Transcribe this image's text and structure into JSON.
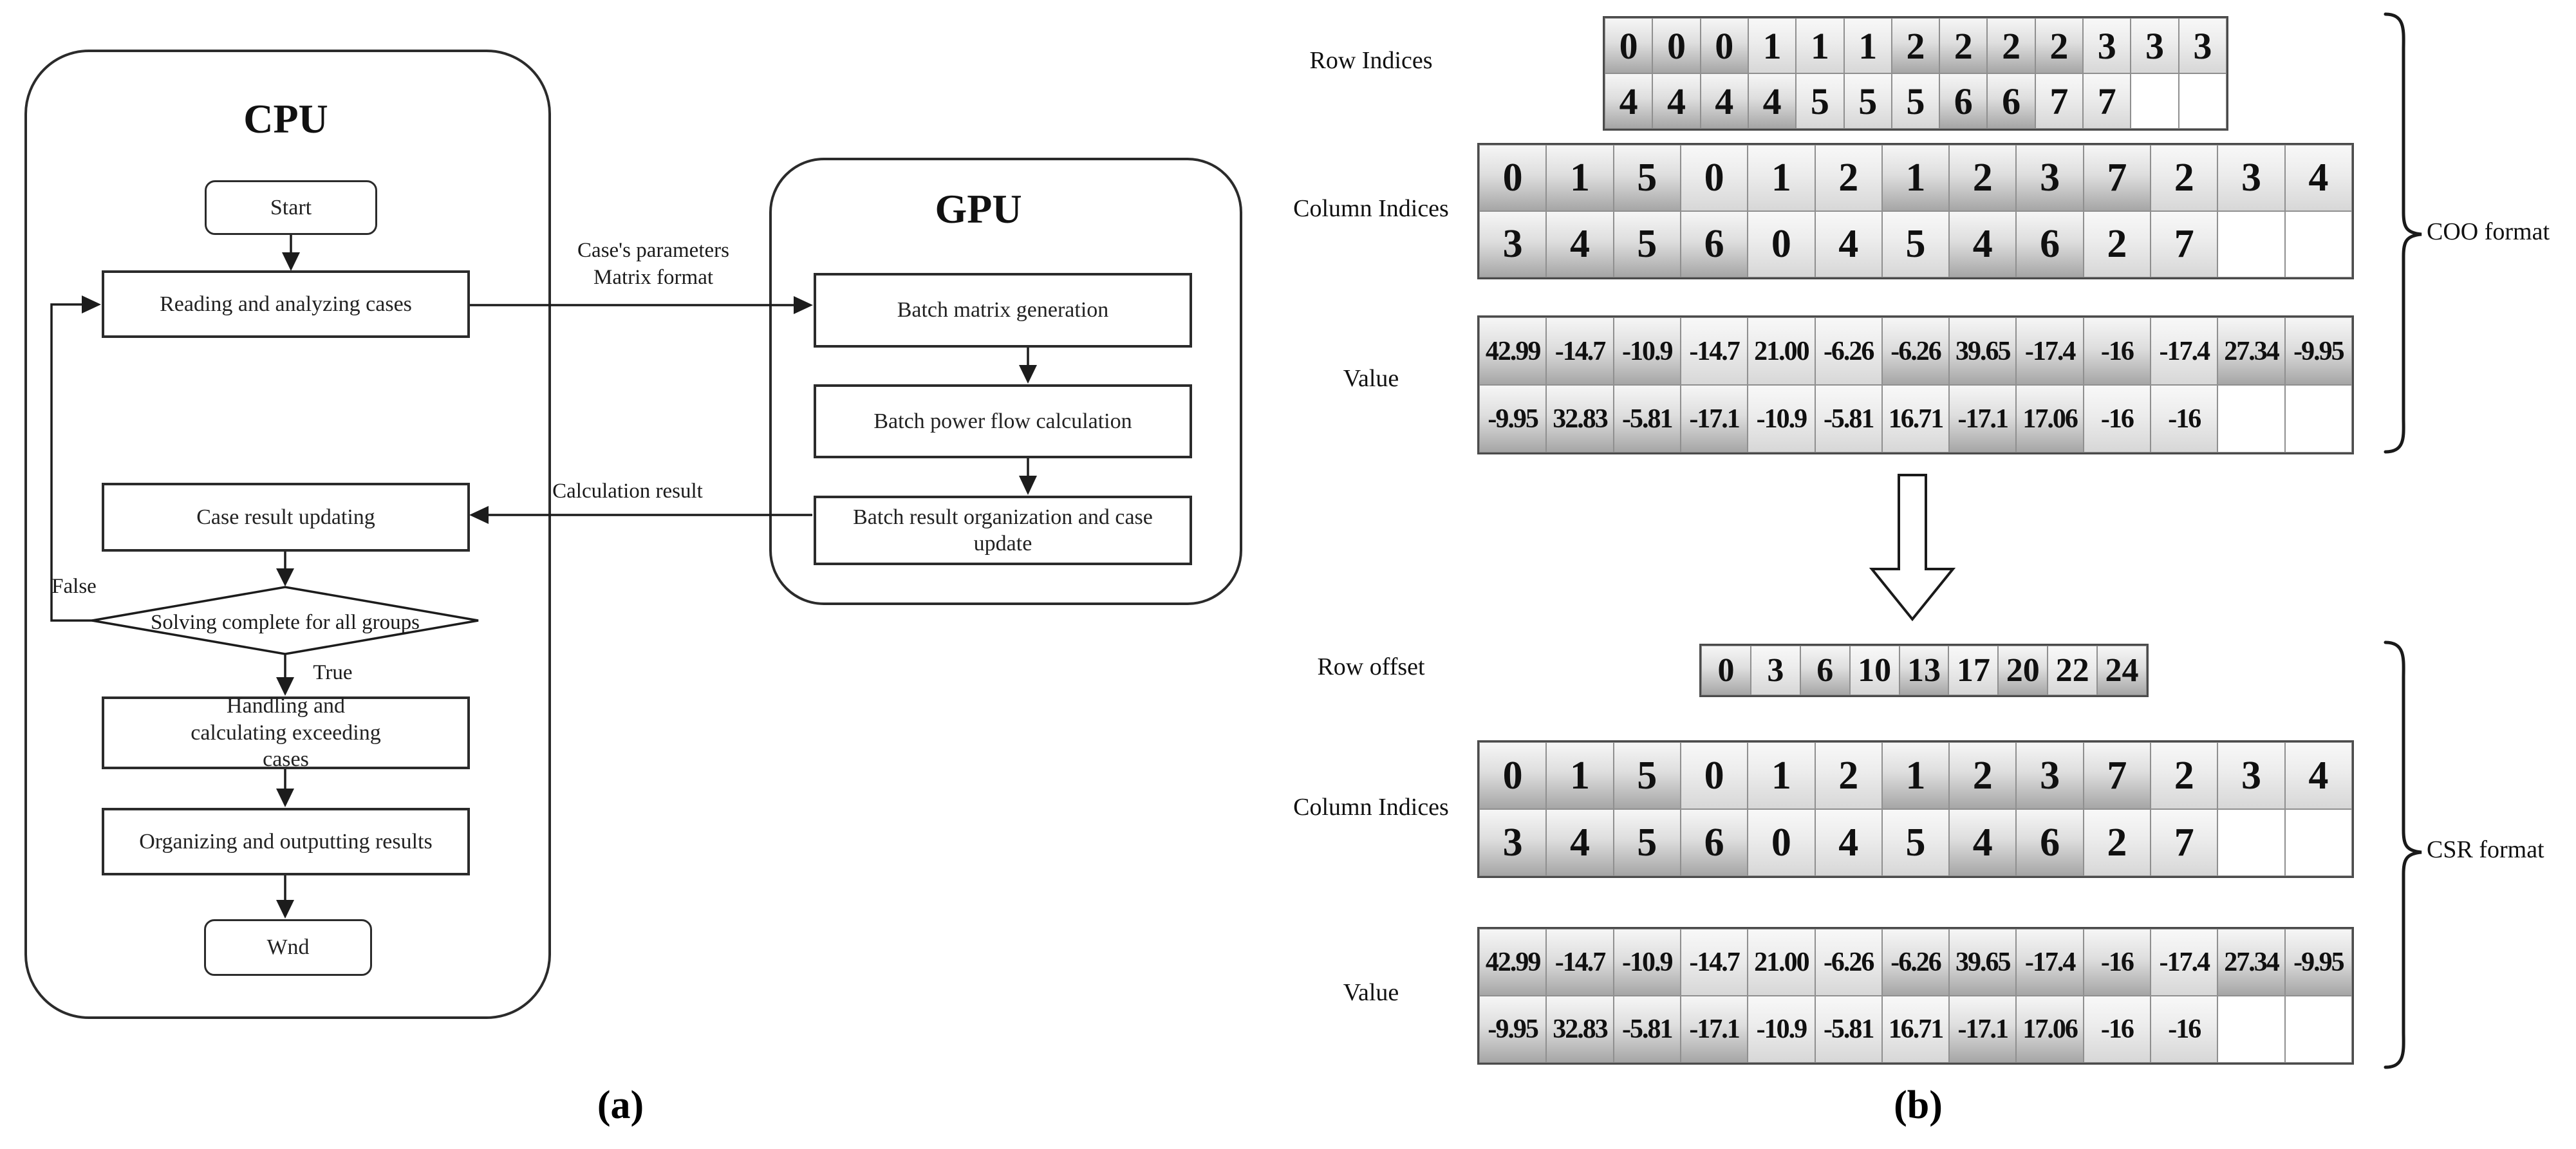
{
  "captions": {
    "a": "(a)",
    "b": "(b)"
  },
  "palette": {
    "line": "#1c1c1c",
    "cell_dark_bottom": "#a6a6a6",
    "cell_light_bottom": "#d7d7d7",
    "cell_top": "#f6f6f6"
  },
  "flowchart": {
    "cpu_title": "CPU",
    "gpu_title": "GPU",
    "start": "Start",
    "reading": "Reading and analyzing cases",
    "case_update": "Case result updating",
    "decision": "Solving complete for all groups",
    "false_label": "False",
    "true_label": "True",
    "handling": "Handling and calculating exceeding cases",
    "organizing": "Organizing and outputting results",
    "end": "Wnd",
    "batch_matrix": "Batch matrix generation",
    "batch_power": "Batch power flow calculation",
    "batch_result": "Batch result organization and case update",
    "edge_params": {
      "line1": "Case's parameters",
      "line2": "Matrix format"
    },
    "edge_result": "Calculation result"
  },
  "sparse": {
    "row_indices_label": "Row Indices",
    "column_indices_label": "Column Indices",
    "value_label": "Value",
    "row_offset_label": "Row offset",
    "coo_label": "COO format",
    "csr_label": "CSR format",
    "tables": {
      "row_indices": {
        "values": [
          [
            "0",
            "0",
            "0",
            "1",
            "1",
            "1",
            "2",
            "2",
            "2",
            "2",
            "3",
            "3",
            "3"
          ],
          [
            "4",
            "4",
            "4",
            "4",
            "5",
            "5",
            "5",
            "6",
            "6",
            "7",
            "7",
            "",
            ""
          ]
        ],
        "shades": [
          [
            "d",
            "d",
            "d",
            "l",
            "l",
            "l",
            "d",
            "d",
            "d",
            "d",
            "l",
            "l",
            "l"
          ],
          [
            "d",
            "d",
            "d",
            "d",
            "l",
            "l",
            "l",
            "d",
            "d",
            "l",
            "l",
            "e",
            "e"
          ]
        ]
      },
      "column_indices": {
        "values": [
          [
            "0",
            "1",
            "5",
            "0",
            "1",
            "2",
            "1",
            "2",
            "3",
            "7",
            "2",
            "3",
            "4"
          ],
          [
            "3",
            "4",
            "5",
            "6",
            "0",
            "4",
            "5",
            "4",
            "6",
            "2",
            "7",
            "",
            ""
          ]
        ],
        "shades": [
          [
            "d",
            "d",
            "d",
            "l",
            "l",
            "l",
            "d",
            "d",
            "d",
            "d",
            "l",
            "l",
            "l"
          ],
          [
            "d",
            "d",
            "d",
            "d",
            "l",
            "l",
            "l",
            "d",
            "d",
            "l",
            "l",
            "e",
            "e"
          ]
        ]
      },
      "values": {
        "values": [
          [
            "42.99",
            "-14.7",
            "-10.9",
            "-14.7",
            "21.00",
            "-6.26",
            "-6.26",
            "39.65",
            "-17.4",
            "-16",
            "-17.4",
            "27.34",
            "-9.95"
          ],
          [
            "-9.95",
            "32.83",
            "-5.81",
            "-17.1",
            "-10.9",
            "-5.81",
            "16.71",
            "-17.1",
            "17.06",
            "-16",
            "-16",
            "",
            ""
          ]
        ],
        "shades": [
          [
            "d",
            "d",
            "d",
            "l",
            "l",
            "l",
            "d",
            "d",
            "d",
            "d",
            "l",
            "d",
            "d"
          ],
          [
            "d",
            "d",
            "d",
            "d",
            "l",
            "l",
            "l",
            "d",
            "d",
            "l",
            "l",
            "e",
            "e"
          ]
        ]
      },
      "row_offset": {
        "values": [
          [
            "0",
            "3",
            "6",
            "10",
            "13",
            "17",
            "20",
            "22",
            "24"
          ]
        ],
        "shades": [
          [
            "d",
            "l",
            "d",
            "l",
            "d",
            "l",
            "d",
            "l",
            "d"
          ]
        ]
      }
    }
  }
}
